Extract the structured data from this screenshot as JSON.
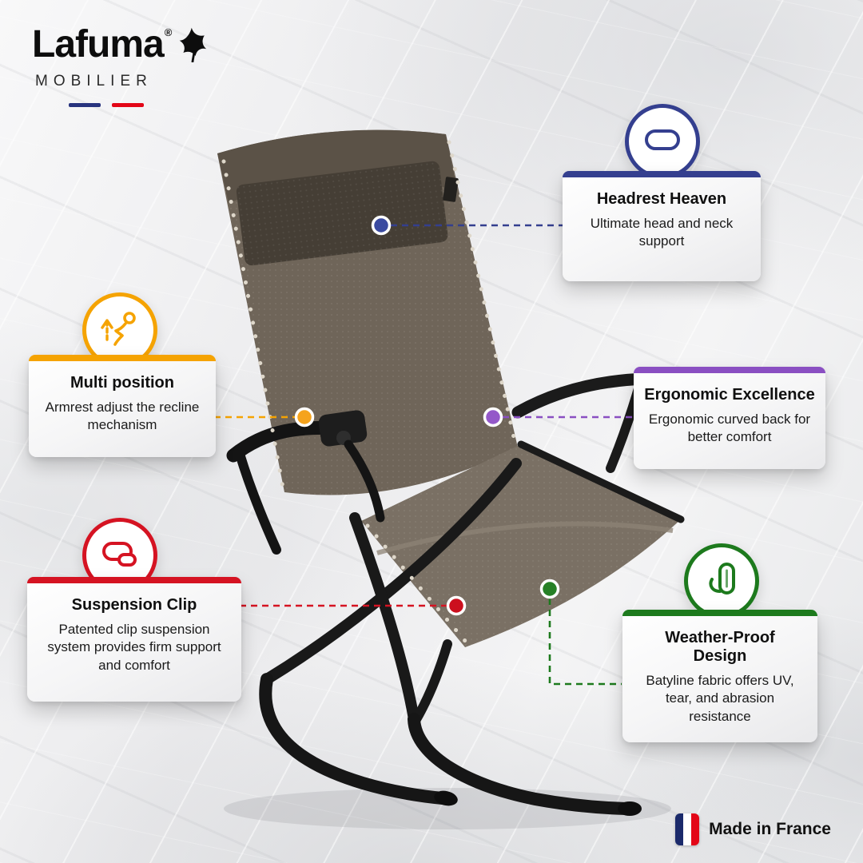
{
  "brand": {
    "name": "Lafuma",
    "registered": "®",
    "subtitle": "MOBILIER",
    "flag_colors": {
      "blue": "#27337e",
      "white": "#ffffff",
      "red": "#e30617"
    }
  },
  "features": {
    "headrest": {
      "title": "Headrest Heaven",
      "description": "Ultimate head and neck support",
      "color": "#343f8f",
      "icon": "headrest-icon"
    },
    "multi_position": {
      "title": "Multi position",
      "description": "Armrest adjust the recline mechanism",
      "color": "#f5a302",
      "icon": "multi-position-icon"
    },
    "ergonomic": {
      "title": "Ergonomic Excellence",
      "description": "Ergonomic curved back for better comfort",
      "color": "#8a4fc2",
      "icon": null
    },
    "suspension": {
      "title": "Suspension Clip",
      "description": "Patented clip suspension system provides firm support and comfort",
      "color": "#d51322",
      "icon": "suspension-clip-icon"
    },
    "weather": {
      "title": "Weather-Proof Design",
      "description": "Batyline fabric offers UV, tear, and abrasion resistance",
      "color": "#1d7a1d",
      "icon": "weather-proof-icon"
    }
  },
  "footer": {
    "made_in_france": "Made in France",
    "icon": "france-flag-icon"
  },
  "icons": {
    "brand_leaf": "leaf-icon",
    "headrest": "headrest-icon",
    "multi_position": "multi-position-icon",
    "suspension_clip": "suspension-clip-icon",
    "weather_proof": "weather-proof-icon",
    "france_flag": "france-flag-icon"
  }
}
